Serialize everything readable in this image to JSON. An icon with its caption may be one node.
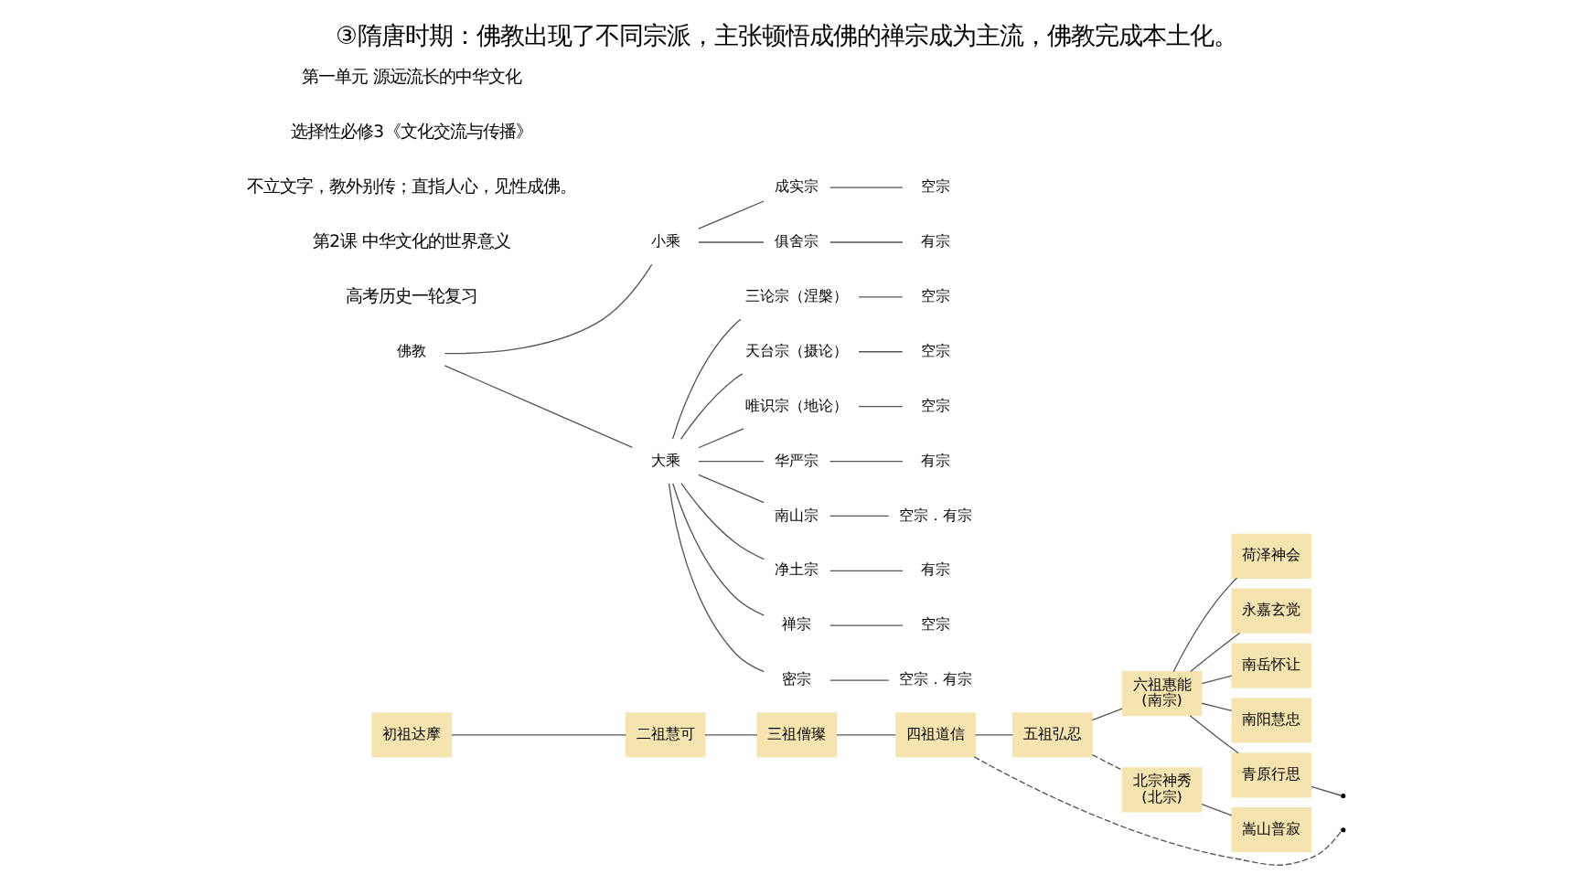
{
  "diagram": {
    "title": "③隋唐时期：佛教出现了不同宗派，主张顿悟成佛的禅宗成为主流，佛教完成本土化。",
    "nodes": [
      {
        "text": [
          "初祖达摩"
        ]
      },
      {
        "text": [
          "二祖慧可"
        ]
      },
      {
        "text": [
          "三祖僧璨"
        ]
      },
      {
        "text": [
          "四祖道信"
        ]
      },
      {
        "text": [
          "五祖弘忍"
        ]
      },
      {
        "text": [
          "六祖惠能",
          "(南宗)"
        ]
      },
      {
        "text": [
          "北宗神秀",
          "(北宗)"
        ]
      },
      {
        "text": [
          "嵩山普寂"
        ]
      },
      {
        "text": [
          "荷泽神会"
        ]
      },
      {
        "text": [
          "永嘉玄觉"
        ]
      },
      {
        "text": [
          "南岳怀让"
        ]
      },
      {
        "text": [
          "南阳慧忠"
        ]
      },
      {
        "text": [
          "青原行思"
        ]
      },
      {
        "text": [
          "佛教"
        ]
      },
      {
        "text": [
          "小乘"
        ]
      },
      {
        "text": [
          "大乘"
        ]
      },
      {
        "text": [
          "成实宗"
        ]
      },
      {
        "text": [
          "俱舍宗"
        ]
      },
      {
        "text": [
          "三论宗（涅槃）"
        ]
      },
      {
        "text": [
          "天台宗（摄论）"
        ]
      },
      {
        "text": [
          "唯识宗（地论）"
        ]
      },
      {
        "text": [
          "华严宗"
        ]
      },
      {
        "text": [
          "南山宗"
        ]
      },
      {
        "text": [
          "净土宗"
        ]
      },
      {
        "text": [
          "禅宗"
        ]
      },
      {
        "text": [
          "密宗"
        ]
      },
      {
        "text": [
          "空宗"
        ]
      },
      {
        "text": [
          "有宗"
        ]
      },
      {
        "text": [
          "空宗"
        ]
      },
      {
        "text": [
          "空宗"
        ]
      },
      {
        "text": [
          "空宗"
        ]
      },
      {
        "text": [
          "有宗"
        ]
      },
      {
        "text": [
          "空宗．有宗"
        ]
      },
      {
        "text": [
          "有宗"
        ]
      },
      {
        "text": [
          "空宗"
        ]
      },
      {
        "text": [
          "空宗．有宗"
        ]
      }
    ],
    "edges": [
      {
        "from": 0,
        "to": 1,
        "arrow": "none"
      },
      {
        "from": 1,
        "to": 2,
        "arrow": "none"
      },
      {
        "from": 2,
        "to": 3,
        "arrow": "none"
      },
      {
        "from": 3,
        "to": 4,
        "arrow": "none"
      },
      {
        "from": 3,
        "to": null,
        "arrow": "none",
        "style": "dashed"
      },
      {
        "from": 4,
        "to": 5,
        "arrow": "none"
      },
      {
        "from": 4,
        "to": 6,
        "arrow": "none",
        "style": "dashed"
      },
      {
        "from": 6,
        "to": 7,
        "arrow": "none"
      },
      {
        "from": 5,
        "to": 8,
        "arrow": "none"
      },
      {
        "from": 5,
        "to": 9,
        "arrow": "none"
      },
      {
        "from": 5,
        "to": 10,
        "arrow": "none"
      },
      {
        "from": 5,
        "to": 11,
        "arrow": "none"
      },
      {
        "from": 5,
        "to": 12,
        "arrow": "none"
      },
      {
        "from": 12,
        "to": null,
        "arrow": "none"
      },
      {
        "from": 13,
        "to": 14,
        "arrow": "none"
      },
      {
        "from": 13,
        "to": 15,
        "arrow": "none"
      },
      {
        "from": 14,
        "to": 16,
        "arrow": "none"
      },
      {
        "from": 14,
        "to": 17,
        "arrow": "none"
      },
      {
        "from": 15,
        "to": 18,
        "arrow": "none"
      },
      {
        "from": 15,
        "to": 19,
        "arrow": "none"
      },
      {
        "from": 15,
        "to": 20,
        "arrow": "none"
      },
      {
        "from": 15,
        "to": 21,
        "arrow": "none"
      },
      {
        "from": 15,
        "to": 22,
        "arrow": "none"
      },
      {
        "from": 15,
        "to": 23,
        "arrow": "none"
      },
      {
        "from": 15,
        "to": 24,
        "arrow": "none"
      },
      {
        "from": 15,
        "to": 25,
        "arrow": "none"
      },
      {
        "from": 16,
        "to": 26,
        "arrow": "none"
      },
      {
        "from": 17,
        "to": 27,
        "arrow": "none"
      },
      {
        "from": 18,
        "to": 28,
        "arrow": "none"
      },
      {
        "from": 19,
        "to": 29,
        "arrow": "none"
      },
      {
        "from": 20,
        "to": 30,
        "arrow": "none"
      },
      {
        "from": 21,
        "to": 31,
        "arrow": "none"
      },
      {
        "from": 22,
        "to": 32,
        "arrow": "none"
      },
      {
        "from": 23,
        "to": 33,
        "arrow": "none"
      },
      {
        "from": 24,
        "to": 34,
        "arrow": "none"
      },
      {
        "from": 25,
        "to": 35,
        "arrow": "none"
      }
    ],
    "labels": [
      "高考历史一轮复习",
      "第2课 中华文化的世界意义",
      "不立文字，教外别传；直指人心，见性成佛。",
      "选择性必修3《文化交流与传播》",
      "第一单元 源远流长的中华文化"
    ]
  }
}
